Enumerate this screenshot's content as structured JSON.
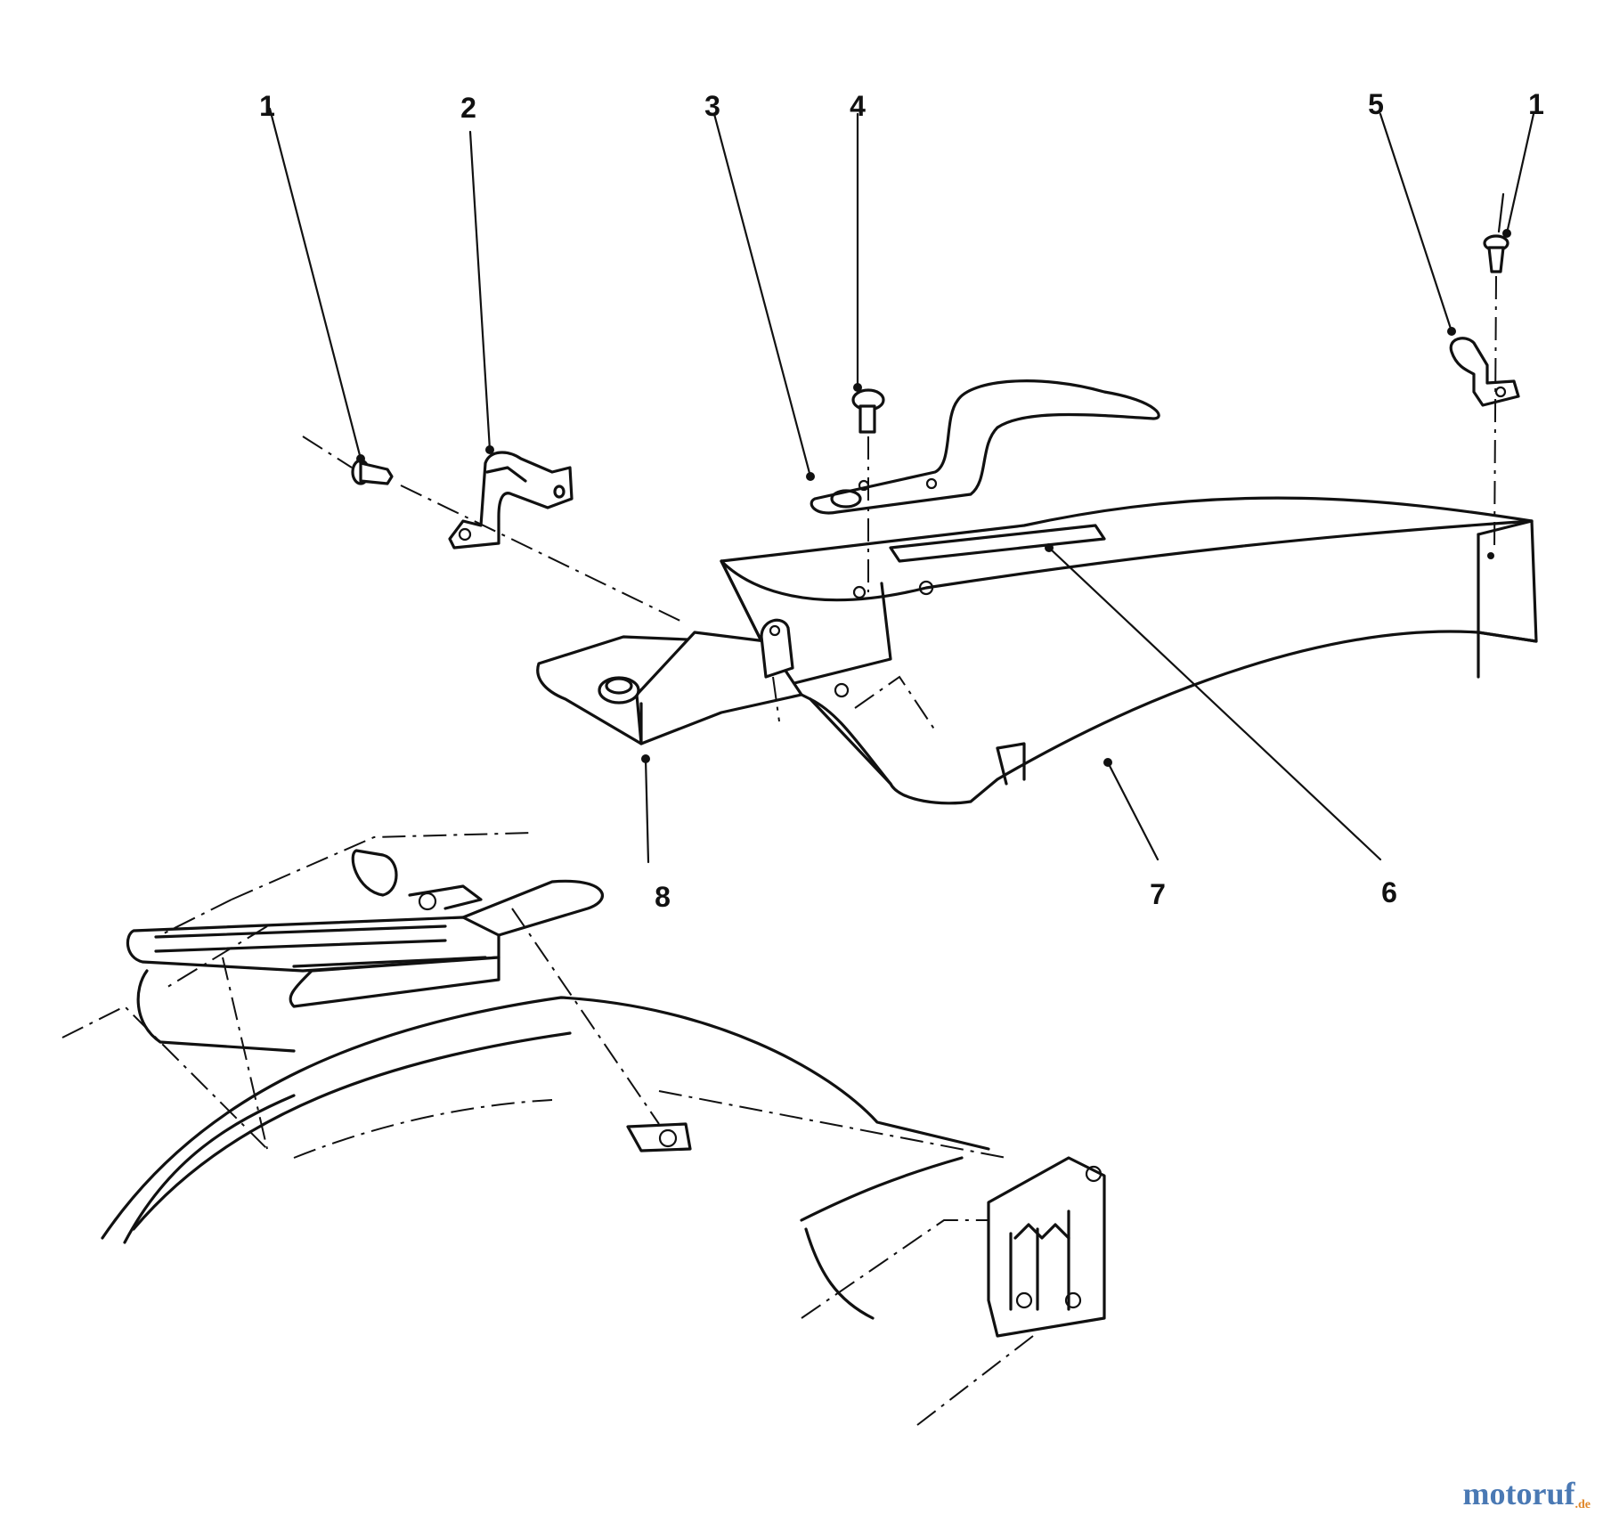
{
  "callouts": [
    {
      "id": "c1a",
      "label": "1"
    },
    {
      "id": "c2",
      "label": "2"
    },
    {
      "id": "c3",
      "label": "3"
    },
    {
      "id": "c4",
      "label": "4"
    },
    {
      "id": "c5",
      "label": "5"
    },
    {
      "id": "c1b",
      "label": "1"
    },
    {
      "id": "c8",
      "label": "8"
    },
    {
      "id": "c7",
      "label": "7"
    },
    {
      "id": "c6",
      "label": "6"
    }
  ],
  "watermark": {
    "text": "motoruf",
    "suffix": ".de"
  }
}
